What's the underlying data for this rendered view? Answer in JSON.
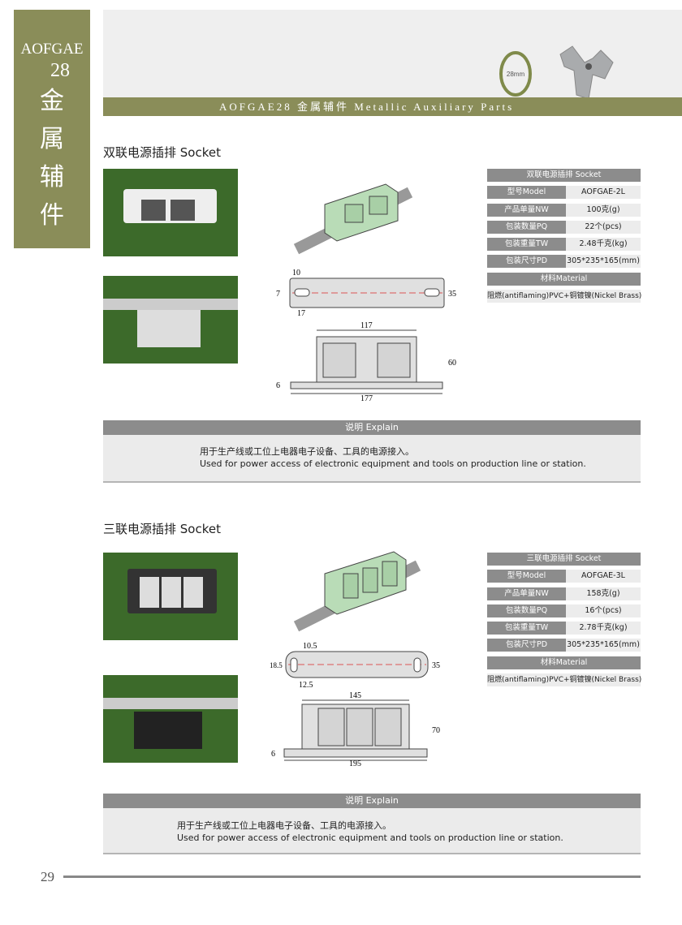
{
  "sidebar": {
    "line1": "AOFGAE",
    "line2": "28",
    "chars": [
      "金",
      "属",
      "辅",
      "件"
    ]
  },
  "header": {
    "banner_text": "AOFGAE28 金属辅件 Metallic Auxiliary Parts",
    "profile_label": "28mm"
  },
  "sections": [
    {
      "title": "双联电源插排 Socket",
      "spec": {
        "header": "双联电源插排 Socket",
        "rows": [
          {
            "k": "型号Model",
            "v": "AOFGAE-2L"
          },
          {
            "k": "产品单量NW",
            "v": "100克(g)"
          },
          {
            "k": "包装数量PQ",
            "v": "22个(pcs)"
          },
          {
            "k": "包装重量TW",
            "v": "2.48千克(kg)"
          },
          {
            "k": "包装尺寸PD",
            "v": "305*235*165(mm)"
          }
        ],
        "material_header": "材料Material",
        "material": "阻燃(antiflaming)PVC+铜镀镍(Nickel Brass)"
      },
      "dims": {
        "top": [
          "10",
          "7",
          "17",
          "35"
        ],
        "front": [
          "117",
          "60",
          "6",
          "177"
        ]
      },
      "explain": {
        "header": "说明 Explain",
        "cn": "用于生产线或工位上电器电子设备、工具的电源接入。",
        "en": "Used for power access of electronic equipment and tools on production line or station."
      }
    },
    {
      "title": "三联电源插排 Socket",
      "spec": {
        "header": "三联电源插排 Socket",
        "rows": [
          {
            "k": "型号Model",
            "v": "AOFGAE-3L"
          },
          {
            "k": "产品单量NW",
            "v": "158克(g)"
          },
          {
            "k": "包装数量PQ",
            "v": "16个(pcs)"
          },
          {
            "k": "包装重量TW",
            "v": "2.78千克(kg)"
          },
          {
            "k": "包装尺寸PD",
            "v": "305*235*165(mm)"
          }
        ],
        "material_header": "材料Material",
        "material": "阻燃(antiflaming)PVC+铜镀镍(Nickel Brass)"
      },
      "dims": {
        "top": [
          "10.5",
          "18.5",
          "12.5",
          "35"
        ],
        "front": [
          "145",
          "70",
          "6",
          "195"
        ]
      },
      "explain": {
        "header": "说明 Explain",
        "cn": "用于生产线或工位上电器电子设备、工具的电源接入。",
        "en": "Used for power access of electronic equipment and tools on production line or station."
      }
    }
  ],
  "footer": {
    "page": "29"
  },
  "colors": {
    "brand_green": "#8a8d59",
    "photo_green": "#3c6a2a",
    "table_gray": "#8c8c8c"
  }
}
